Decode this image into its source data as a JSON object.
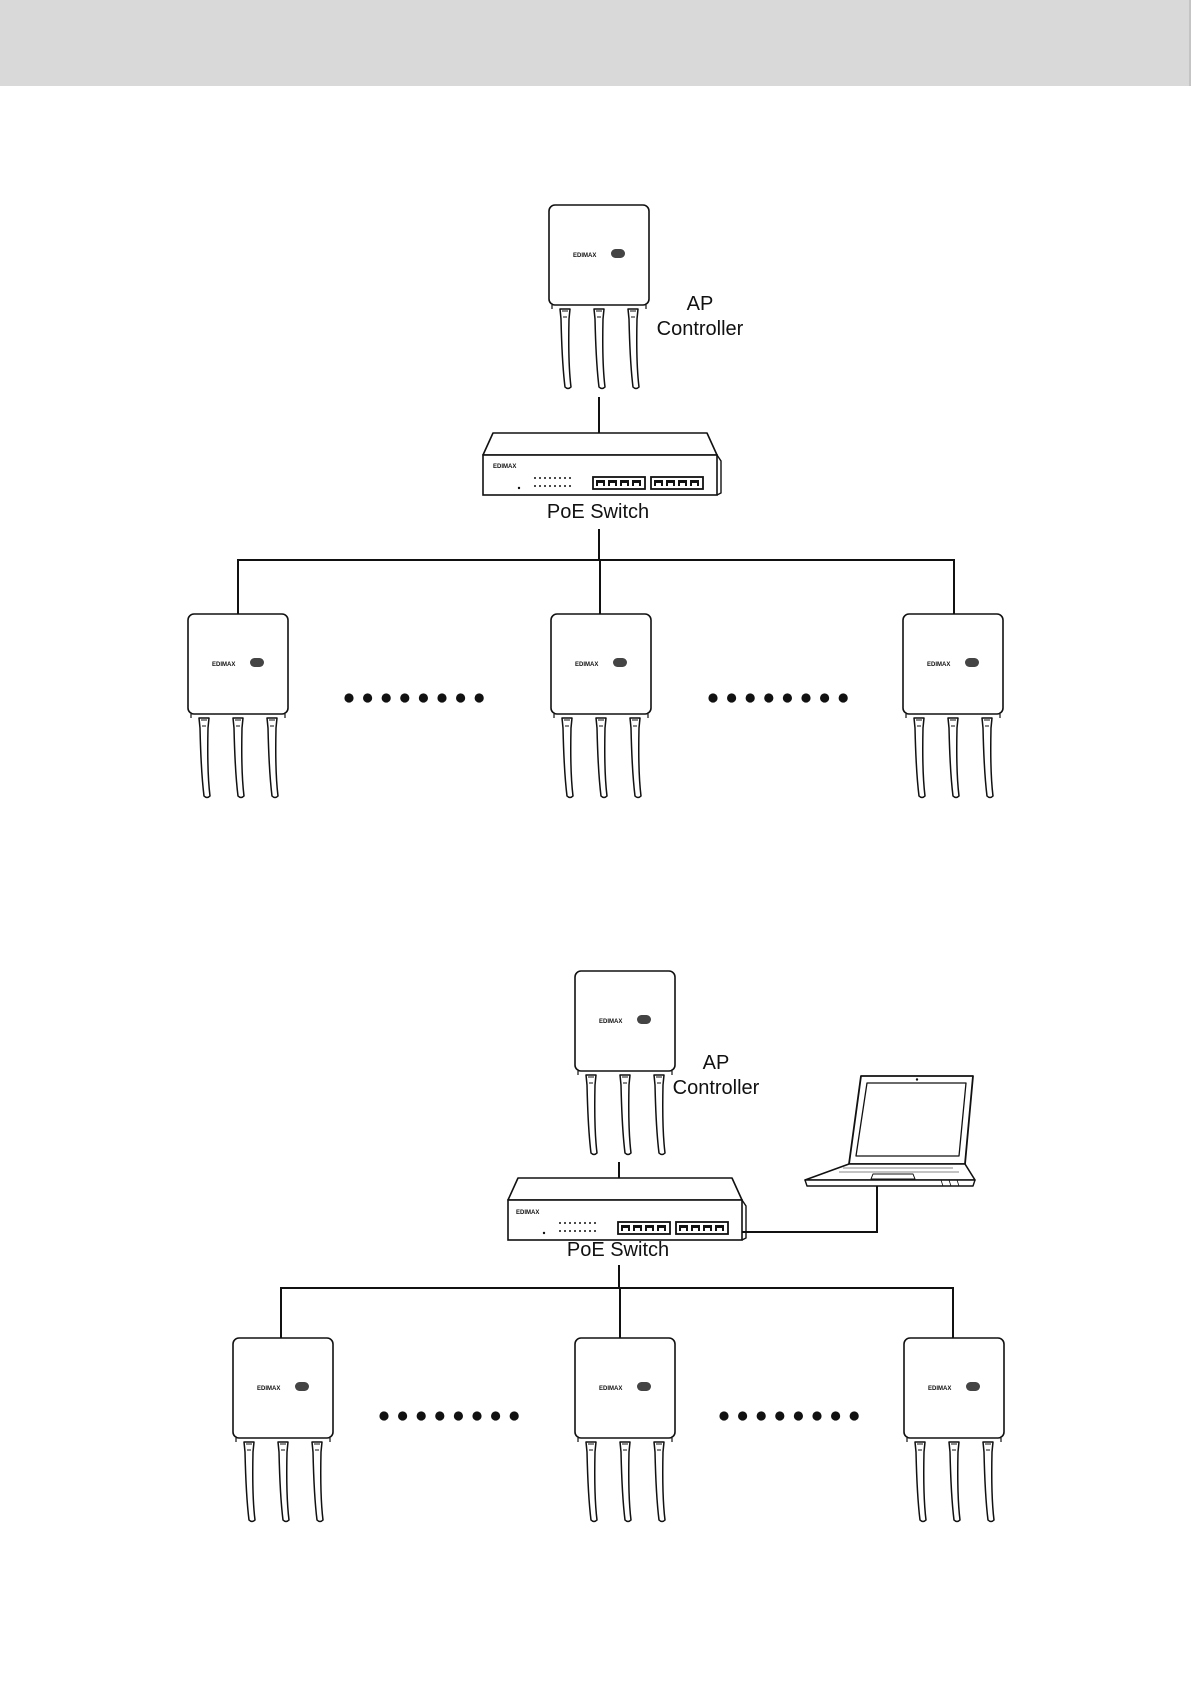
{
  "diagrams": [
    {
      "controller_label_line1": "AP",
      "controller_label_line2": "Controller",
      "switch_label": "PoE Switch",
      "switch_brand": "EDIMAX",
      "ap_brand": "EDIMAX",
      "has_laptop": false
    },
    {
      "controller_label_line1": "AP",
      "controller_label_line2": "Controller",
      "switch_label": "PoE Switch",
      "switch_brand": "EDIMAX",
      "ap_brand": "EDIMAX",
      "has_laptop": true
    }
  ],
  "colors": {
    "header": "#d9d9d9",
    "stroke": "#111111",
    "background": "#ffffff"
  }
}
